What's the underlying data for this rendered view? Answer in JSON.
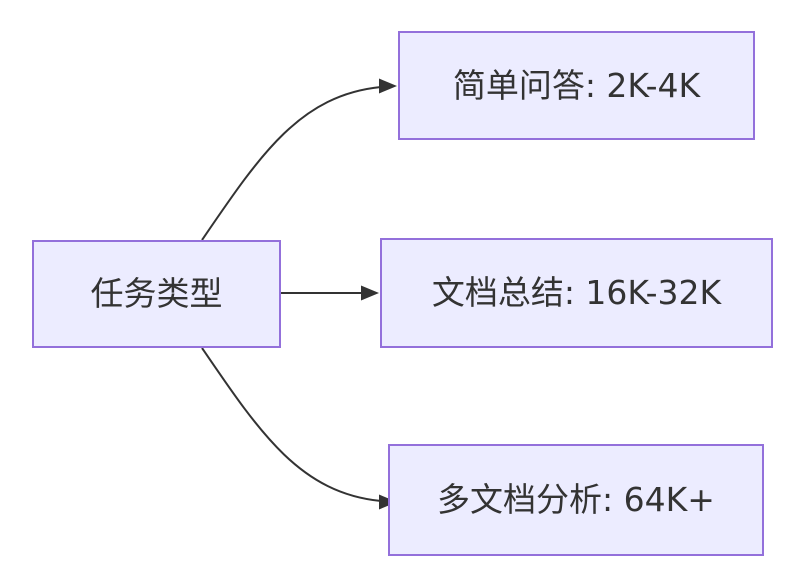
{
  "diagram": {
    "type": "flowchart-left-to-right",
    "root": {
      "label": "任务类型"
    },
    "nodes": [
      {
        "label": "简单问答: 2K-4K"
      },
      {
        "label": "文档总结: 16K-32K"
      },
      {
        "label": "多文档分析: 64K+"
      }
    ],
    "colors": {
      "background": "#FFFFFF",
      "node_fill": "#ECECFF",
      "node_border": "#9370DB",
      "edge": "#333333",
      "text": "#333333"
    }
  }
}
